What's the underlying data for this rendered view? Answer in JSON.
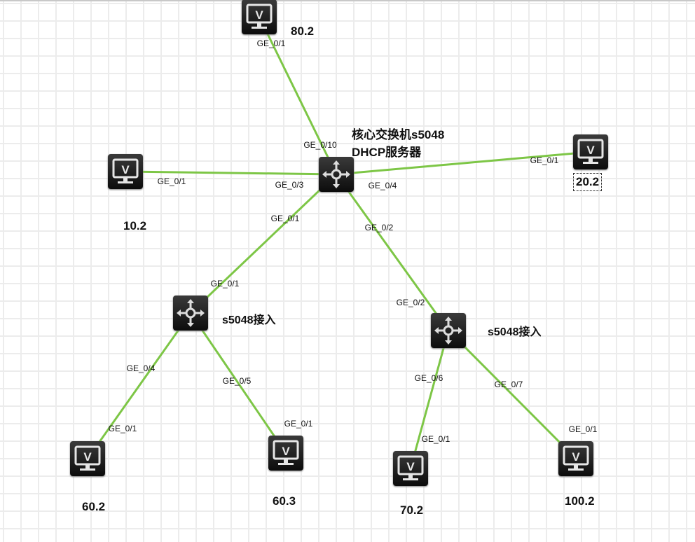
{
  "core_switch": {
    "title_line1": "核心交换机s5048",
    "title_line2": "DHCP服务器"
  },
  "access_switches": [
    {
      "label": "s5048接入"
    },
    {
      "label": "s5048接入"
    }
  ],
  "pcs": [
    {
      "label": "80.2"
    },
    {
      "label": "10.2"
    },
    {
      "label": "20.2"
    },
    {
      "label": "60.2"
    },
    {
      "label": "60.3"
    },
    {
      "label": "70.2"
    },
    {
      "label": "100.2"
    }
  ],
  "ports": [
    "GE_0/1",
    "GE_0/10",
    "GE_0/1",
    "GE_0/3",
    "GE_0/4",
    "GE_0/1",
    "GE_0/1",
    "GE_0/2",
    "GE_0/1",
    "GE_0/2",
    "GE_0/4",
    "GE_0/5",
    "GE_0/6",
    "GE_0/7",
    "GE_0/1",
    "GE_0/1",
    "GE_0/1",
    "GE_0/1"
  ],
  "colors": {
    "link": "#7dc646",
    "device": "#1a1a1a"
  }
}
